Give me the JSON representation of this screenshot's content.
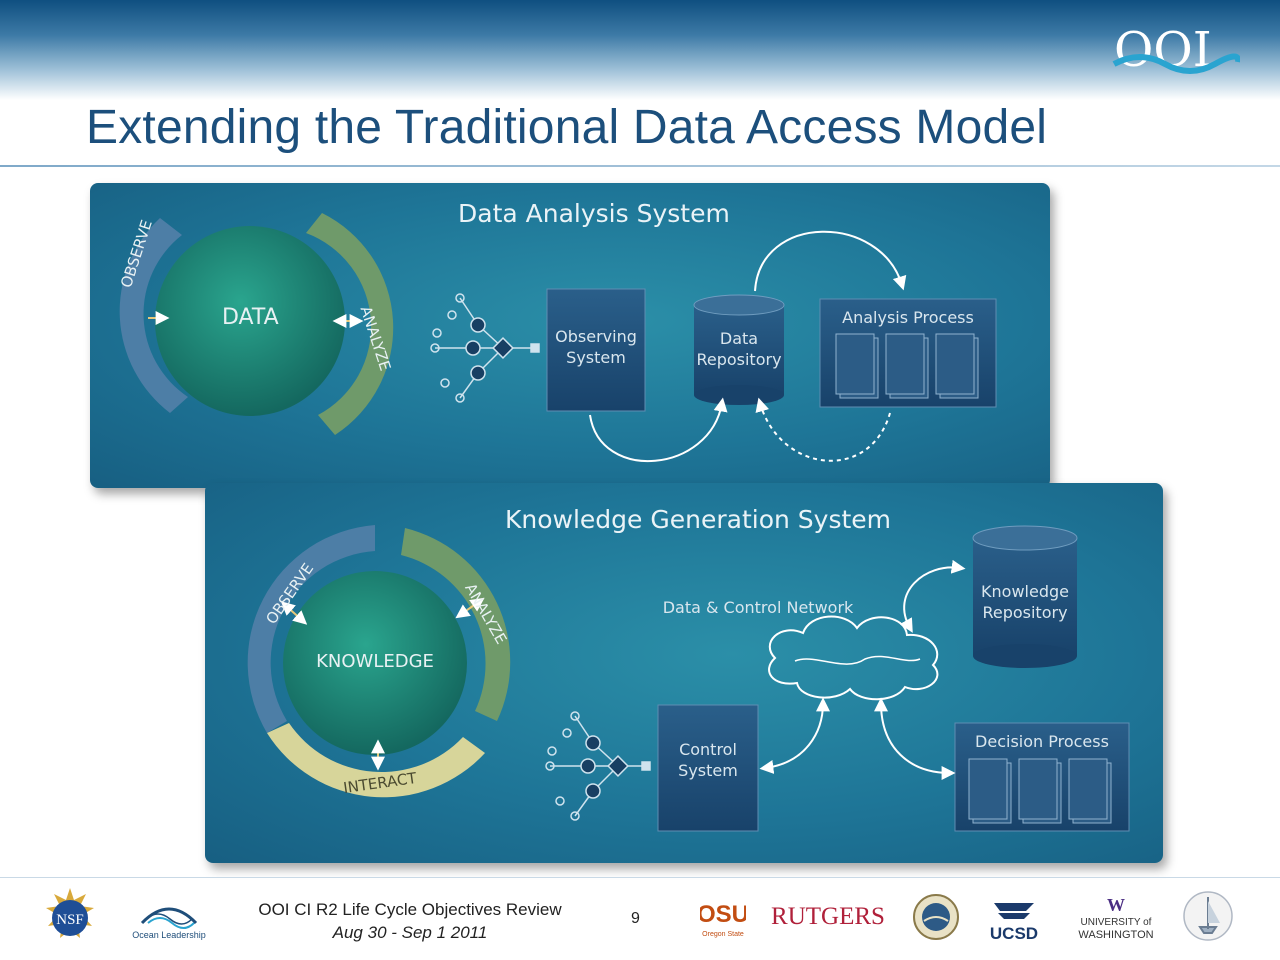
{
  "slide": {
    "title": "Extending the Traditional Data Access Model",
    "page_number": "9",
    "footer_line1": "OOI CI R2 Life Cycle Objectives Review",
    "footer_line2": "Aug 30 - Sep 1 2011"
  },
  "logos": {
    "ooi": "OOI",
    "nsf": "NSF",
    "ocean_leadership": "Ocean Leadership",
    "osu": "OSU",
    "osu_sub": "Oregon State",
    "rutgers": "RUTGERS",
    "ucsd": "UCSD",
    "uw_w": "W",
    "uw_line1": "UNIVERSITY of",
    "uw_line2": "WASHINGTON"
  },
  "data_analysis_system": {
    "title": "Data Analysis System",
    "cycle_center": "DATA",
    "arc_observe": "OBSERVE",
    "arc_analyze": "ANALYZE",
    "observing_system": [
      "Observing",
      "System"
    ],
    "data_repository": [
      "Data",
      "Repository"
    ],
    "analysis_process": "Analysis Process"
  },
  "knowledge_generation_system": {
    "title": "Knowledge Generation System",
    "cycle_center": "KNOWLEDGE",
    "arc_observe": "OBSERVE",
    "arc_analyze": "ANALYZE",
    "arc_interact": "INTERACT",
    "network_label": "Data & Control Network",
    "knowledge_repository": [
      "Knowledge",
      "Repository"
    ],
    "control_system": [
      "Control",
      "System"
    ],
    "decision_process": "Decision Process"
  },
  "colors": {
    "title": "#1c4f7c",
    "panel": "#1e7597",
    "box": "#1d4f78",
    "observe_arc": "#4d7ea6",
    "analyze_arc": "#6f9a6a",
    "interact_arc": "#d7d59a"
  }
}
